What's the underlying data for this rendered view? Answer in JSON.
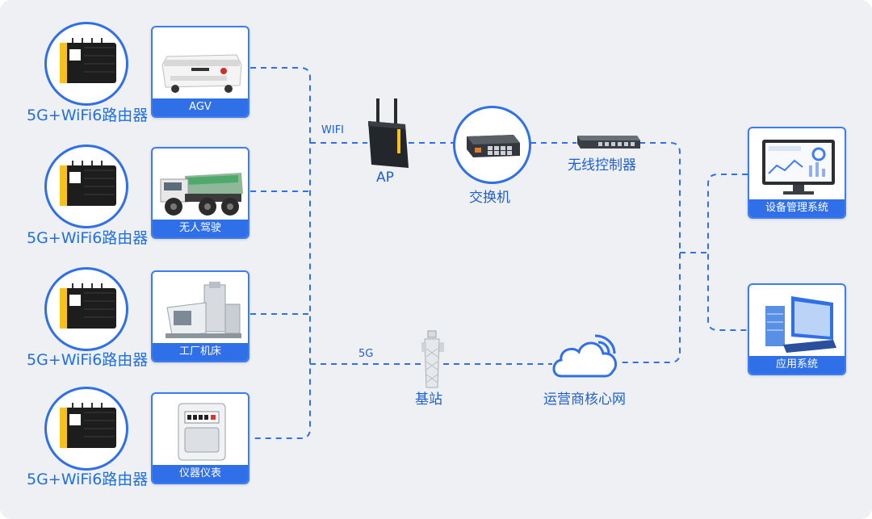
{
  "devices": [
    {
      "router_label": "5G+WiFi6路由器",
      "caption": "AGV",
      "icon": "agv-robot-icon"
    },
    {
      "router_label": "5G+WiFi6路由器",
      "caption": "无人驾驶",
      "icon": "mining-truck-icon"
    },
    {
      "router_label": "5G+WiFi6路由器",
      "caption": "工厂机床",
      "icon": "machine-tool-icon"
    },
    {
      "router_label": "5G+WiFi6路由器",
      "caption": "仪器仪表",
      "icon": "gas-meter-icon"
    }
  ],
  "links": {
    "wifi": "WIFI",
    "cellular": "5G"
  },
  "network": {
    "ap": "AP",
    "switch": "交换机",
    "wireless_controller": "无线控制器",
    "base_station": "基站",
    "core_network": "运营商核心网"
  },
  "systems": [
    {
      "caption": "设备管理系统",
      "icon": "monitor-dashboard-icon"
    },
    {
      "caption": "应用系统",
      "icon": "server-laptop-icon"
    }
  ],
  "colors": {
    "accent": "#2f6fe8",
    "background": "#eef0f4",
    "router_yellow": "#f5c21b"
  }
}
